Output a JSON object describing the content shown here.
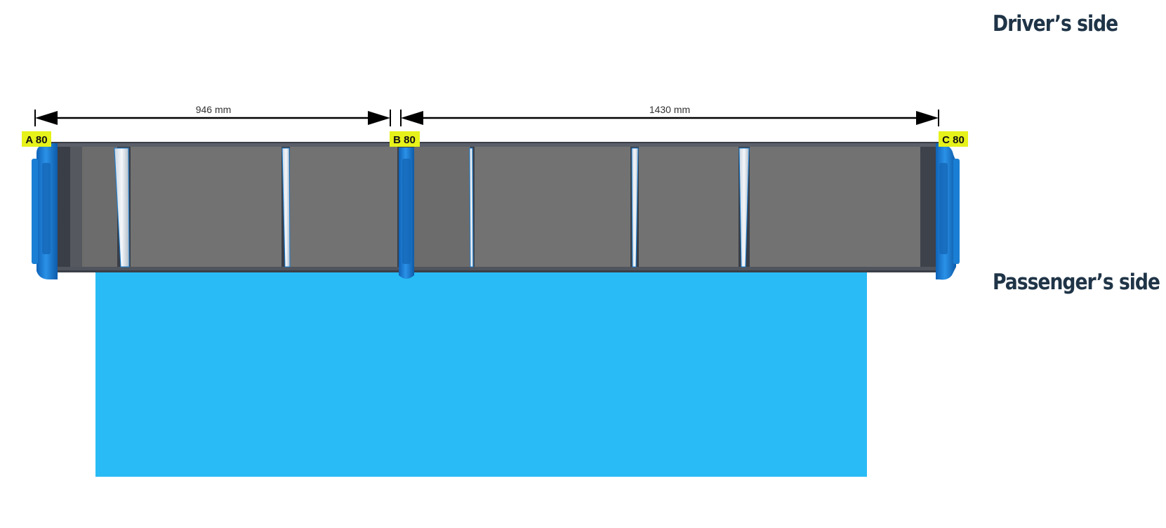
{
  "labels": {
    "drivers_side": "Driver’s side",
    "passengers_side": "Passenger’s side"
  },
  "supports": [
    {
      "id": "A",
      "label": "A 80"
    },
    {
      "id": "B",
      "label": "B 80"
    },
    {
      "id": "C",
      "label": "C 80"
    }
  ],
  "dimensions": [
    {
      "from": "A",
      "to": "B",
      "label": "946 mm"
    },
    {
      "from": "B",
      "to": "C",
      "label": "1430 mm"
    }
  ],
  "colors": {
    "floor_area": "#29bbf5",
    "support_blue": "#1a7fd4",
    "tag_background": "#e6f21a",
    "panel_gray": "#727272",
    "frame_dark": "#3a3e47",
    "text_dark": "#1f3447"
  }
}
